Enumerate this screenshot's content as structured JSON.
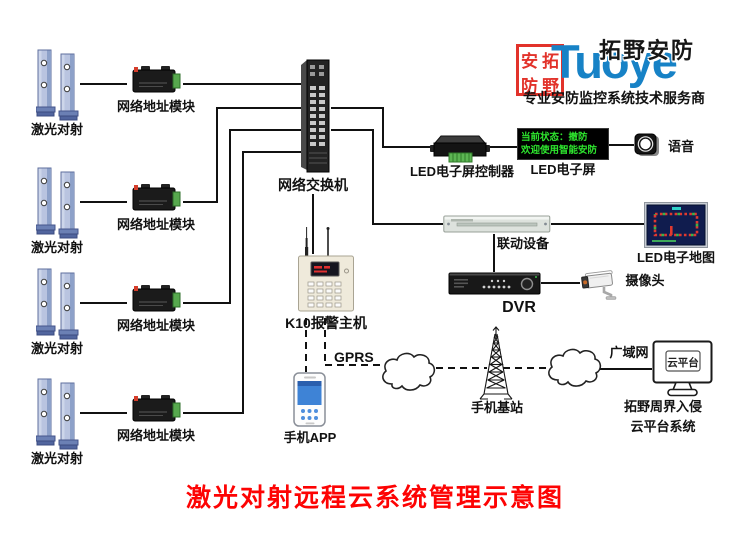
{
  "logo": {
    "seal": [
      "安",
      "拓",
      "防",
      "野"
    ],
    "brand_cn": "拓野安防",
    "brand_en": "Tuoye",
    "tagline": "专业安防监控系统技术服务商"
  },
  "diagram": {
    "rows": [
      {
        "laser": "激光对射",
        "module": "网络地址模块"
      },
      {
        "laser": "激光对射",
        "module": "网络地址模块"
      },
      {
        "laser": "激光对射",
        "module": "网络地址模块"
      },
      {
        "laser": "激光对射",
        "module": "网络地址模块"
      }
    ],
    "switch_label": "网络交换机",
    "led_controller": "LED电子屏控制器",
    "led_screen": {
      "label": "LED电子屏",
      "line1": "当前状态：撤防",
      "line2": "欢迎使用智能安防"
    },
    "voice": "语音",
    "linkage": "联动设备",
    "led_map": "LED电子地图",
    "dvr": "DVR",
    "camera": "摄像头",
    "k10": "K10报警主机",
    "gprs": "GPRS",
    "phone_app": "手机APP",
    "base_station": "手机基站",
    "wan": "广域网",
    "cloud_screen": "云平台",
    "cloud_system_line1": "拓野周界入侵",
    "cloud_system_line2": "云平台系统"
  },
  "title": "激光对射远程云系统管理示意图",
  "colors": {
    "line": "#111111",
    "title_red": "#fd0303",
    "brand_blue": "#1782c6",
    "seal_red": "#e2322a",
    "led_green": "#2ee62e"
  }
}
